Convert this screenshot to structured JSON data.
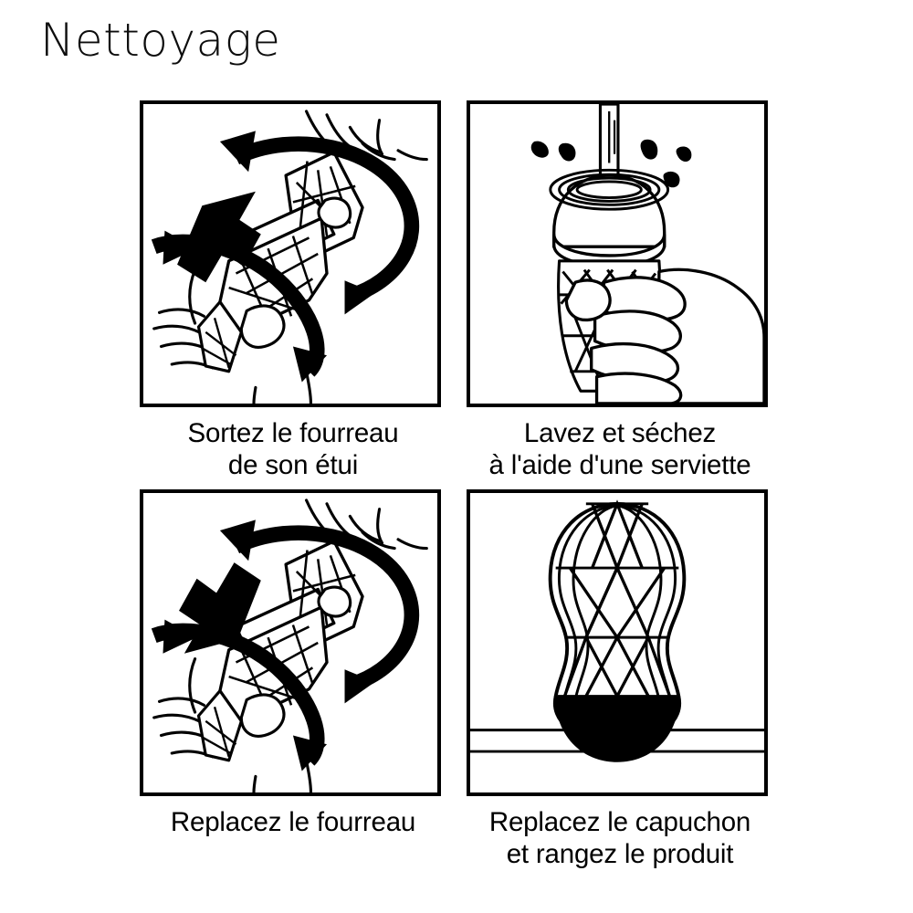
{
  "page": {
    "title": "Nettoyage",
    "background_color": "#ffffff",
    "ink_color": "#000000",
    "language": "fr"
  },
  "panels": [
    {
      "id": "panel-1",
      "position": "top-left",
      "caption_lines": [
        "Sortez le fourreau",
        "de son étui"
      ],
      "illustration": "hands-pulling-sleeve-out-of-case-with-up-arrow-and-rotation-arrows"
    },
    {
      "id": "panel-2",
      "position": "top-right",
      "caption_lines": [
        "Lavez et séchez",
        "à l'aide d'une serviette"
      ],
      "illustration": "hand-holding-sleeve-under-running-water-with-droplets"
    },
    {
      "id": "panel-3",
      "position": "bottom-left",
      "caption_lines": [
        "Replacez le fourreau"
      ],
      "illustration": "hands-pushing-sleeve-into-case-with-down-arrow-and-rotation-arrows"
    },
    {
      "id": "panel-4",
      "position": "bottom-right",
      "caption_lines": [
        "Replacez le capuchon",
        "et rangez le produit"
      ],
      "illustration": "closed-product-with-cap-standing-on-surface"
    }
  ]
}
